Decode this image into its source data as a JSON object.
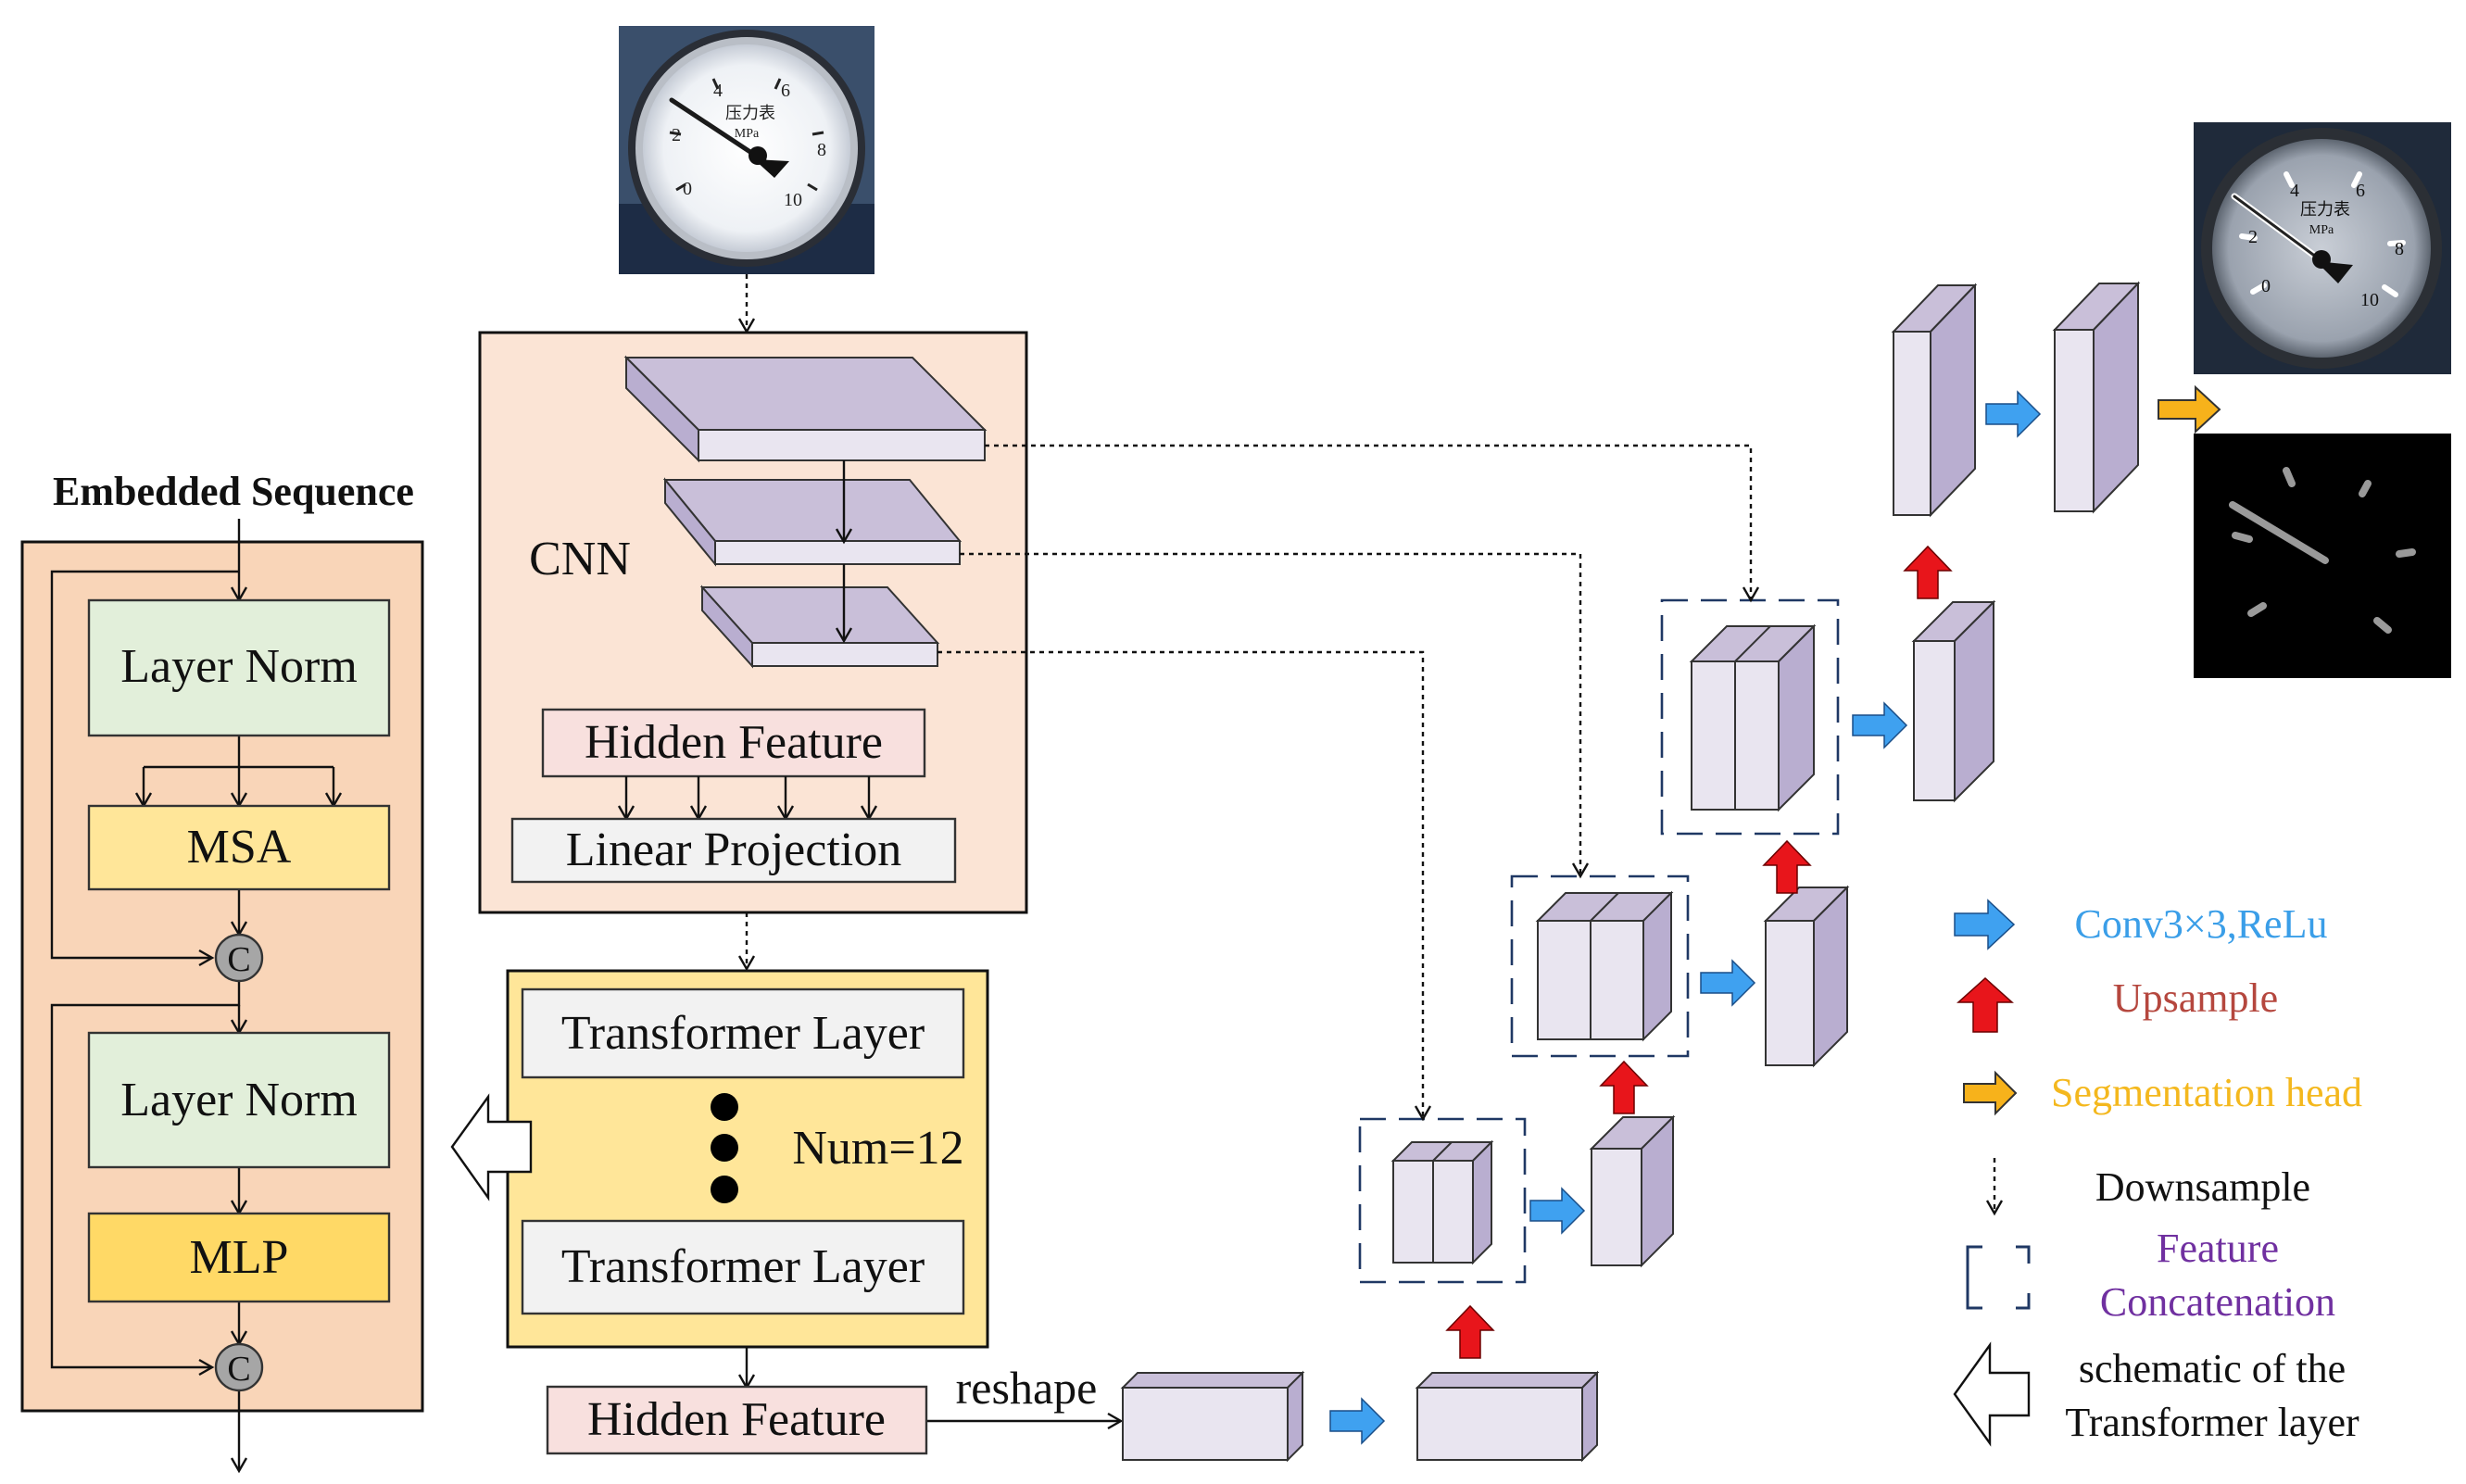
{
  "input_image": {
    "gauge_labels": [
      "0",
      "2",
      "4",
      "6",
      "8",
      "10"
    ],
    "gauge_caption": "压力表",
    "gauge_unit": "MPa"
  },
  "output_image": {
    "gauge_labels": [
      "0",
      "2",
      "4",
      "6",
      "8",
      "10"
    ],
    "gauge_caption": "压力表",
    "gauge_unit": "MPa"
  },
  "left_block": {
    "title": "Embedded Sequence",
    "layer_norm_1": "Layer Norm",
    "msa": "MSA",
    "concat_1": "C",
    "layer_norm_2": "Layer Norm",
    "mlp": "MLP",
    "concat_2": "C"
  },
  "cnn_block": {
    "label": "CNN",
    "hidden_feature": "Hidden Feature",
    "linear_projection": "Linear Projection"
  },
  "transformer_block": {
    "layer_top": "Transformer Layer",
    "num": "Num=12",
    "layer_bottom": "Transformer Layer"
  },
  "bottom": {
    "hidden_feature": "Hidden Feature",
    "reshape": "reshape"
  },
  "legend": {
    "conv": "Conv3×3,ReLu",
    "upsample": "Upsample",
    "seg_head": "Segmentation head",
    "downsample": "Downsample",
    "feature_concat_1": "Feature",
    "feature_concat_2": "Concatenation",
    "schematic_1": "schematic of the",
    "schematic_2": "Transformer layer"
  },
  "colors": {
    "left_bg": "#f9d5b8",
    "cnn_bg": "#fbe4d5",
    "transformer_bg": "#ffe699",
    "norm_box": "#e2efda",
    "msa_box": "#ffe699",
    "mlp_box": "#ffd966",
    "hidden_box": "#f8e0de",
    "plate": "#c9bfd9",
    "block_front": "#e9e5f0",
    "block_side": "#b9aed0",
    "conv_arrow": "#3fa1f0",
    "up_arrow": "#e8151b",
    "seg_arrow": "#f7b21b",
    "conv_text": "#3a9ee8",
    "up_text": "#b5473e",
    "seg_text": "#f4b81e",
    "concat_text": "#7030a0",
    "dash_box": "#1f3864"
  }
}
